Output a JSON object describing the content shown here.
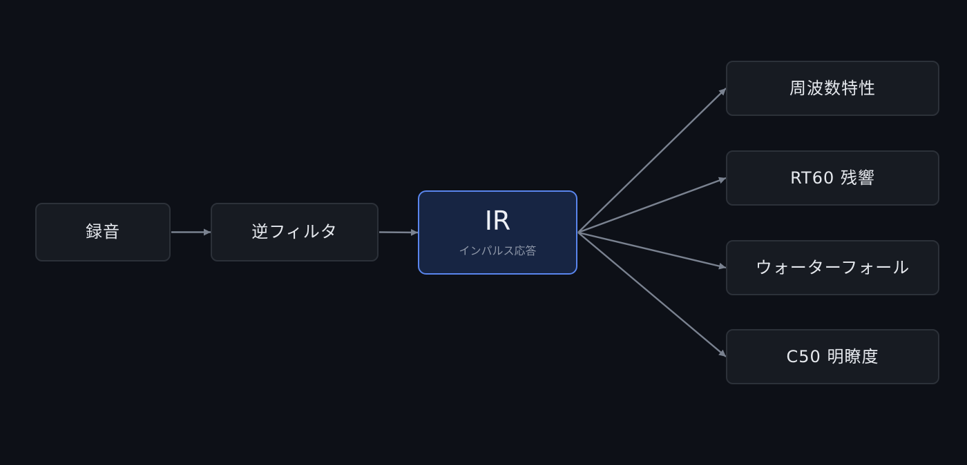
{
  "nodes": {
    "recording": {
      "label": "録音"
    },
    "inverse_filter": {
      "label": "逆フィルタ"
    },
    "ir": {
      "label": "IR",
      "sublabel": "インパルス応答"
    },
    "frequency_response": {
      "label": "周波数特性"
    },
    "rt60": {
      "label": "RT60 残響"
    },
    "waterfall": {
      "label": "ウォーターフォール"
    },
    "c50": {
      "label": "C50 明瞭度"
    }
  },
  "colors": {
    "background": "#0d1017",
    "node_fill": "#171b22",
    "node_border": "#2c3139",
    "highlight_fill": "#172543",
    "highlight_border": "#5a86ee",
    "edge": "#7a8290",
    "text": "#e6e9ee",
    "subtext": "#8e97a8"
  },
  "edges": [
    {
      "from": "recording",
      "to": "inverse_filter"
    },
    {
      "from": "inverse_filter",
      "to": "ir"
    },
    {
      "from": "ir",
      "to": "frequency_response"
    },
    {
      "from": "ir",
      "to": "rt60"
    },
    {
      "from": "ir",
      "to": "waterfall"
    },
    {
      "from": "ir",
      "to": "c50"
    }
  ]
}
